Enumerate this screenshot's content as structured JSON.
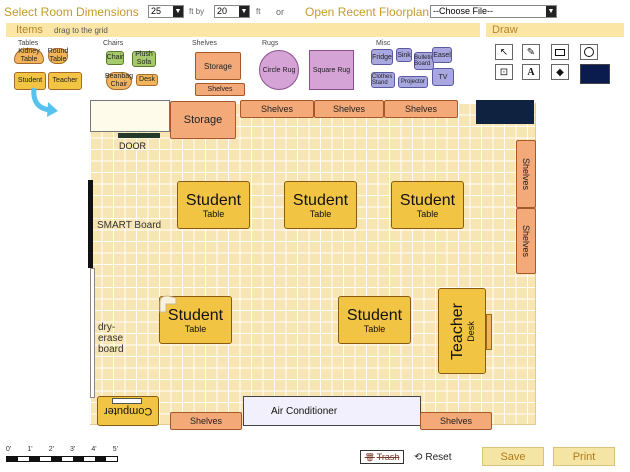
{
  "top": {
    "select_room_label": "Select Room Dimensions",
    "width_value": "25",
    "ft_by_label": "ft by",
    "height_value": "20",
    "ft_label": "ft",
    "or_label": "or",
    "open_recent_label": "Open Recent Floorplan",
    "choose_file_value": "--Choose File--"
  },
  "items_panel": {
    "title": "Items",
    "hint": "drag to the grid",
    "tables_label": "Tables",
    "chairs_label": "Chairs",
    "shelves_label": "Shelves",
    "rugs_label": "Rugs",
    "misc_label": "Misc",
    "tables": [
      "Kidney Table",
      "Round Table",
      "Student",
      "Teacher"
    ],
    "chairs": [
      "Chair",
      "Plush Sofa",
      "Beanbag Chair",
      "Desk"
    ],
    "shelves": [
      "Storage",
      "Shelves"
    ],
    "rugs": [
      "Circle Rug",
      "Square Rug"
    ],
    "misc": [
      "Fridge",
      "Sink",
      "Bulletin Board",
      "Easel",
      "Clothes Stand",
      "Projector",
      "TV"
    ]
  },
  "draw_panel": {
    "title": "Draw",
    "tools": [
      "pointer-icon",
      "pen-icon",
      "rectangle-icon",
      "circle-icon",
      "resize-icon",
      "text-icon",
      "fill-icon"
    ],
    "color": "#0a1b4d"
  },
  "floor": {
    "storage": "Storage",
    "door": "DOOR",
    "shelves": "Shelves",
    "smart_board": "SMART Board",
    "dry_erase": "dry-erase board",
    "student_big": "Student",
    "student_small": "Table",
    "teacher_big": "Teacher",
    "teacher_small": "Desk",
    "computer": "Computer",
    "air_conditioner": "Air Conditioner"
  },
  "scale": {
    "ticks": [
      "0'",
      "1'",
      "2'",
      "3'",
      "4'",
      "5'"
    ]
  },
  "footer": {
    "trash_label": "Trash",
    "reset_label": "Reset",
    "save_label": "Save",
    "print_label": "Print"
  },
  "colors": {
    "accent": "#c79a2a",
    "desk": "#f2c443",
    "shelf": "#f3a978",
    "grid": "#f7e5b3"
  }
}
